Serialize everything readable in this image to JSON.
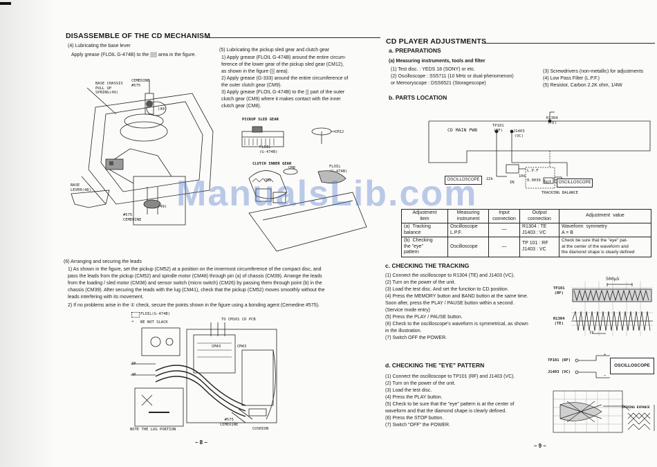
{
  "left": {
    "title": "DISASSEMBLE OF THE CD MECHANISM",
    "s4_head": "(4)  Lubricating the base lever",
    "s4_text": "Apply grease (FLOIL G-474B) to the ▒▒ area in the figure.",
    "s5_head": "(5)  Lubricating the pickup sled gear and clutch gear",
    "s5_items": [
      "1)  Apply grease (FLOIL G-474B) around the entire circum-",
      "     ference of the lower gear of the pickup sled gear (CM12),",
      "     as shown in the figure (▒ area).",
      "2)  Apply grease (G-333) around the entire circumference of",
      "     the outer clutch gear (CM9).",
      "3)  Apply grease (FLOIL G-474B) to the ▒ part of the outer",
      "     clutch gear (CM9) where it makes contact with the inner",
      "     clutch gear (CM8)."
    ],
    "fig1_labels": {
      "base_chassis": "BASE CHASSIS\nPULL UP\nSPRING(49)",
      "cemedine": "CEMEDINE\n#575",
      "n49a": "(49)",
      "base_lever": "BASE\nLEVER(48)",
      "cemedine2": "#575\nCEMEDINE",
      "n49b": "(49)"
    },
    "fig2_labels": {
      "sled_gear": "PICKUP SLED GEAR",
      "cm12": "CM12",
      "floil": "FLOIL\n(G-474B)",
      "clutch": "CLUTCH INNER GEAR",
      "cm8": "CM8",
      "floil2": "FLOIL\n(G-474B)",
      "cm9": "CM9"
    },
    "s6_head": "(6)  Arranging and securing the leads",
    "s6_p1": [
      "1)  As shown in the figure, set the pickup (CM52) at a position on the innermost circumference of the compact disc, and",
      "     pass the leads from the pickup (CM52) and spindle motor (CM48) through pin (a) of chassis (CM39).  Arrange the leads",
      "     from the loading / sled motor (CM38) and sensor switch (micro switch) (CM26) by passing them through point (b) in the",
      "     chassis (CM39).  After securing the leads with the lug (CM41), check that the pickup (CM52) moves smoothly without the",
      "     leads interfering with its movement."
    ],
    "s6_p2": "2)  If no problems arise in the ① check, secure the points shown in the figure using a bonding agent (Cemedine #575).",
    "fig3_labels": {
      "floil": "FLOIL(G-474B)",
      "slack": "BE NOT SLACK",
      "to_pcb": "TO CM101 CD PCB",
      "cm43a": "CM43",
      "cm43b": "CM43",
      "p3": "3P",
      "p4": "4P",
      "cemedine": "#575\nCEMEDINE",
      "cushion": "CUSHION",
      "lug": "NOTE THE LUG PORTION"
    },
    "page_no": "– 8 –"
  },
  "right": {
    "title": "CD PLAYER ADJUSTMENTS",
    "a_head": "a.  PREPARATIONS",
    "a_sub": "(a)  Measuring instruments, tools and filter",
    "a_left": [
      "(1)  Test disc. :  YEDS 18 (SONY) or etc.",
      "(2)  Oscilloscope : SS5711 (10 MHz or dual-phenomenon)",
      "      or Memoryscope : DSS6521 (Storagescope)"
    ],
    "a_right": [
      "(3)  Screwdrivers (non-metallic) for adjustments",
      "(4)  Low Pass Filter (L.P.F.)",
      "(5)  Resistor, Carbon  2.2K ohm, 1/4W"
    ],
    "b_head": "b.  PARTS LOCATION",
    "pcb": {
      "main": "CD  MAIN  PWB",
      "tp101": "TP101\n(RF)",
      "j1403": "J1403\n(VC)",
      "r1304": "R1304\n(TE)",
      "scope1": "OSCILLOSCOPE",
      "scope2": "OSCILLOSCOPE",
      "lpf": "L.P.F",
      "r22k": "22k",
      "in": "IN",
      "out": "OUT",
      "cap": "0.0039 μ",
      "r10k": "10k",
      "tracking": "TRACKING BALANCE"
    },
    "table": {
      "headers": [
        "Adjustment\nitem",
        "Measuring\ninstrument",
        "Input\nconnection",
        "Output\nconnection",
        "Adjustment  value"
      ],
      "rows": [
        [
          "(a)  Tracking\nbalance",
          "Oscilloscope\nL.P.F.",
          "—",
          "R1304 : TE\nJ1403 : VC",
          "Waveform  symmetry\nA = B"
        ],
        [
          "(b)  Checking\nthe \"eye\"\npattern",
          "Oscilloscope",
          "—",
          "TP 101 : RF\nJ1403 : VC",
          "Check be sure that the \"eye\" pat-\nat the center of the waveform and\nthe diamond shape is clearly defined"
        ]
      ]
    },
    "c_head": "c.  CHECKING THE TRACKING",
    "c_items": [
      "(1)  Connect the oscilloscope to R1304 (TE) and J1403 (VC).",
      "(2)  Turn on the power of the unit.",
      "(3)  Load the test disc.  And set the function to CD position.",
      "(4)  Press the MEMORY button and BAND button at the same time.",
      "      Soon after, press the PLAY / PAUSE button within a second.",
      "      (Service mode entry)",
      "(5)  Press the PLAY / PAUSE button.",
      "(6)  Check to the oscilloscope's waveform is symmetrical, as shown",
      "      in the illustration.",
      "(7)  Switch OFF the POWER."
    ],
    "wave": {
      "time": "500μS",
      "tp101": "TP101\n(RF)",
      "r1304": "R1304\n(TE)",
      "volt": "1V"
    },
    "d_head": "d.  CHECKING THE \"EYE\" PATTERN",
    "d_items": [
      "(1)  Connect the oscilloscope to TP101 (RF) and J1403 (VC).",
      "(2)  Turn on the power of the unit.",
      "(3)  Load the test disc.",
      "(4)  Press the PLAY button.",
      "(5)  Check to be sure that the \"eye\" pattern is at the center of",
      "      waveform and that the diamond shape is clearly defined.",
      "(6)  Press the STOP button.",
      "(7)  Switch \"OFF\" the POWER."
    ],
    "eye": {
      "tp101": "TP101 (RF)",
      "j1403": "J1403 (VC)",
      "scope": "OSCILLOSCOPE",
      "plus": "+",
      "minus": "−",
      "opening": "OPENING EXPANCE"
    },
    "page_no": "– 9 –"
  },
  "watermark": "ManualsLib.com"
}
